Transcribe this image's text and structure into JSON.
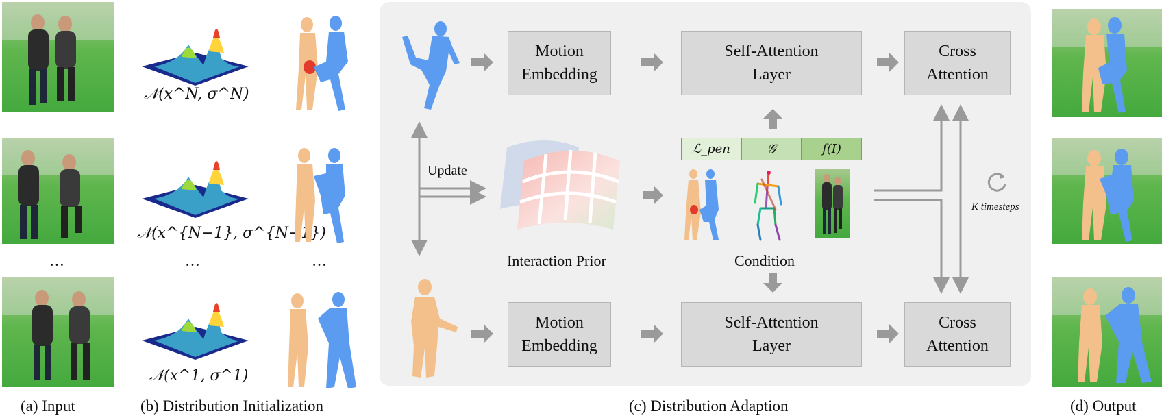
{
  "captions": {
    "a": "(a) Input",
    "b": "(b) Distribution Initialization",
    "c": "(c) Distribution Adaption",
    "d": "(d) Output"
  },
  "distributions": [
    "𝒩(x^N, σ^N)",
    "𝒩(x^{N−1}, σ^{N−1})",
    "𝒩(x^1, σ^1)"
  ],
  "ellipsis": "…",
  "blocks": {
    "motion_embedding_top": "Motion\nEmbedding",
    "self_attention_top": "Self-Attention\nLayer",
    "cross_attention_top": "Cross\nAttention",
    "motion_embedding_bottom": "Motion\nEmbedding",
    "self_attention_bottom": "Self-Attention\nLayer",
    "cross_attention_bottom": "Cross\nAttention"
  },
  "conditions": {
    "l_pen": "ℒ_pen",
    "g": "𝒢",
    "f_i": "f(I)",
    "label": "Condition"
  },
  "labels": {
    "update": "Update",
    "interaction_prior": "Interaction Prior",
    "k_timesteps": "K timesteps"
  },
  "colors": {
    "panel_bg": "#f0f0f0",
    "block_fill": "#d9d9d9",
    "arrow": "#9a9a9a",
    "human_orange": "#f3c08b",
    "human_blue": "#5b9bf0",
    "penetration_red": "#e23b2e",
    "cond_light": "#e2f0d9",
    "cond_mid": "#c5e0b4",
    "cond_dark": "#a9d18e",
    "green_screen": "#4caf45"
  },
  "icons": [
    "refresh-icon"
  ]
}
